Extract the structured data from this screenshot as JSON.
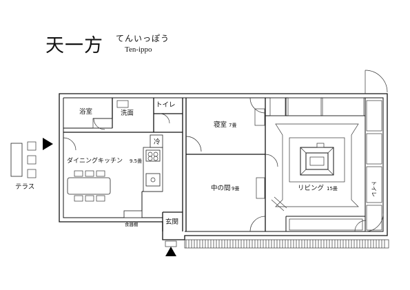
{
  "title": {
    "name": "天一方",
    "reading": "てんいっぽう",
    "roman": "Ten-ippo"
  },
  "rooms": {
    "bath": "浴室",
    "washroom": "洗面",
    "toilet": "トイレ",
    "bedroom": "寝室",
    "bedroom_size": "7畳",
    "fridge": "冷",
    "dining_kitchen": "ダイニングキッチン",
    "dining_kitchen_size": "9.5畳",
    "middle_room": "中の間",
    "middle_room_size": "9畳",
    "living": "リビング",
    "living_size": "15畳",
    "cupboard": "食器棚",
    "entrance": "玄関",
    "terrace": "テラス",
    "closet": "トイレ"
  },
  "colors": {
    "line": "#111111",
    "arrow": "#000000"
  }
}
